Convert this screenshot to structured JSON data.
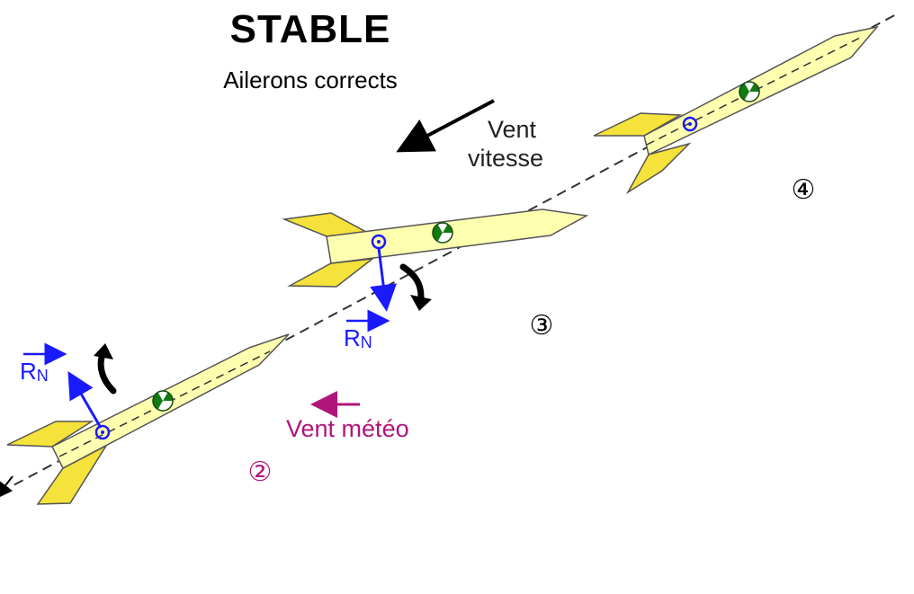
{
  "title": "STABLE",
  "subtitle": "Ailerons corrects",
  "wind_speed": {
    "line1": "Vent",
    "line2": "vitesse"
  },
  "wind_meteo": "Vent météo",
  "normal_force": {
    "symbol": "R",
    "subscript": "N"
  },
  "positions": [
    "②",
    "③",
    "④"
  ],
  "colors": {
    "body": "#ffffb0",
    "fin": "#f5e23a",
    "force": "#1a1aff",
    "meteo": "#b0157a",
    "cg": "#127a12",
    "outline": "#555555"
  },
  "icons": [
    "center-of-pressure-icon",
    "center-of-gravity-icon",
    "rotation-arrow-icon",
    "wind-arrow-icon"
  ]
}
